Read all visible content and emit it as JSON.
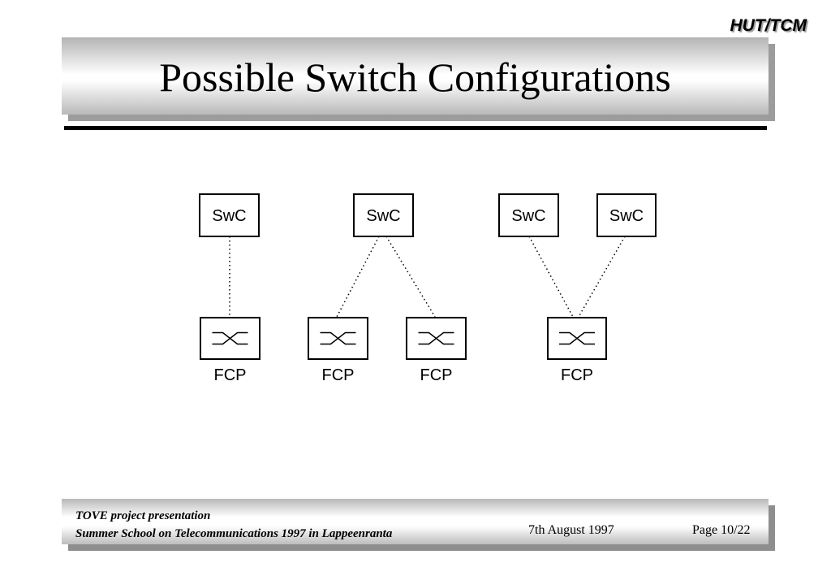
{
  "brand": "HUT/TCM",
  "title": "Possible Switch Configurations",
  "diagram": {
    "groups": [
      {
        "controllers": [
          "SwC"
        ],
        "fcps": [
          "FCP"
        ]
      },
      {
        "controllers": [
          "SwC"
        ],
        "fcps": [
          "FCP",
          "FCP"
        ]
      },
      {
        "controllers": [
          "SwC",
          "SwC"
        ],
        "fcps": [
          "FCP"
        ]
      }
    ]
  },
  "footer": {
    "line1": "TOVE project presentation",
    "line2": "Summer School on Telecommunications 1997 in Lappeenranta",
    "date": "7th August 1997",
    "page": "Page 10/22"
  }
}
